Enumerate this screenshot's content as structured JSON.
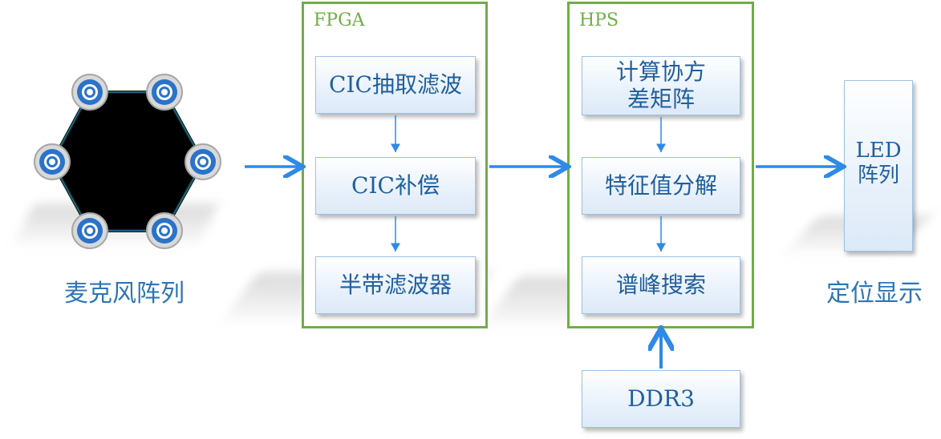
{
  "microphone_array": {
    "label": "麦克风阵列"
  },
  "fpga": {
    "title": "FPGA",
    "blocks": [
      "CIC抽取滤波",
      "CIC补偿",
      "半带滤波器"
    ]
  },
  "hps": {
    "title": "HPS",
    "blocks": [
      "计算协方\n差矩阵",
      "特征值分解",
      "谱峰搜索"
    ]
  },
  "ddr": {
    "label": "DDR3"
  },
  "led": {
    "label": "LED\n阵列",
    "caption": "定位显示"
  },
  "colors": {
    "group_border": "#70ad47",
    "arrow": "#2e8ae6",
    "block_text": "#1f5f9f",
    "caption_text": "#2e75b6",
    "mic_ring": "#2a73c9"
  }
}
